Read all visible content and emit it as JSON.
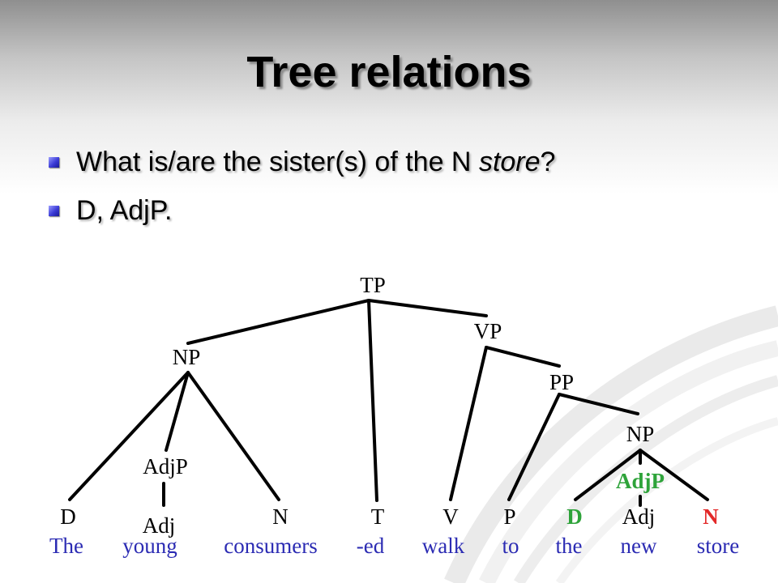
{
  "slide": {
    "title": "Tree relations",
    "bullets": [
      {
        "before": "What is/are the sister(s) of the N ",
        "italic": "store",
        "after": "?"
      },
      {
        "text": "D, AdjP."
      }
    ]
  },
  "tree": {
    "nodes": {
      "tp": "TP",
      "vp": "VP",
      "np_subject": "NP",
      "pp": "PP",
      "np_object": "NP",
      "adjp_subject": "AdjP",
      "adjp_object": "AdjP",
      "d_the": "D",
      "adj_young": "Adj",
      "n_consumers": "N",
      "t_ed": "T",
      "v_walk": "V",
      "p_to": "P",
      "d_the2": "D",
      "adj_new": "Adj",
      "n_store": "N"
    },
    "words": [
      "The",
      "young",
      "consumers",
      "-ed",
      "walk",
      "to",
      "the",
      "new",
      "store"
    ],
    "colors": {
      "default": "#000000",
      "words": "#2b2bb3",
      "highlight_target": "#e32929",
      "highlight_sister": "#2ea33a"
    }
  }
}
